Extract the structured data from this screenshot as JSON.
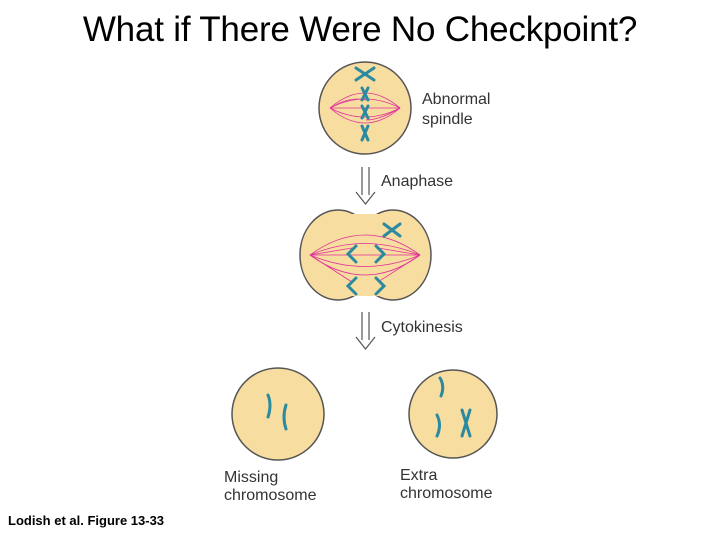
{
  "title": "What if There Were No Checkpoint?",
  "labels": {
    "abnormal_spindle": [
      "Abnormal",
      "spindle"
    ],
    "anaphase": "Anaphase",
    "cytokinesis": "Cytokinesis",
    "missing_chromosome": [
      "Missing",
      "chromosome"
    ],
    "extra_chromosome": [
      "Extra",
      "chromosome"
    ]
  },
  "credit": "Lodish et al. Figure 13-33",
  "colors": {
    "cell_fill": "#f8dda0",
    "spindle_fiber": "#e0309a",
    "chromosome": "#2b8aa0"
  }
}
